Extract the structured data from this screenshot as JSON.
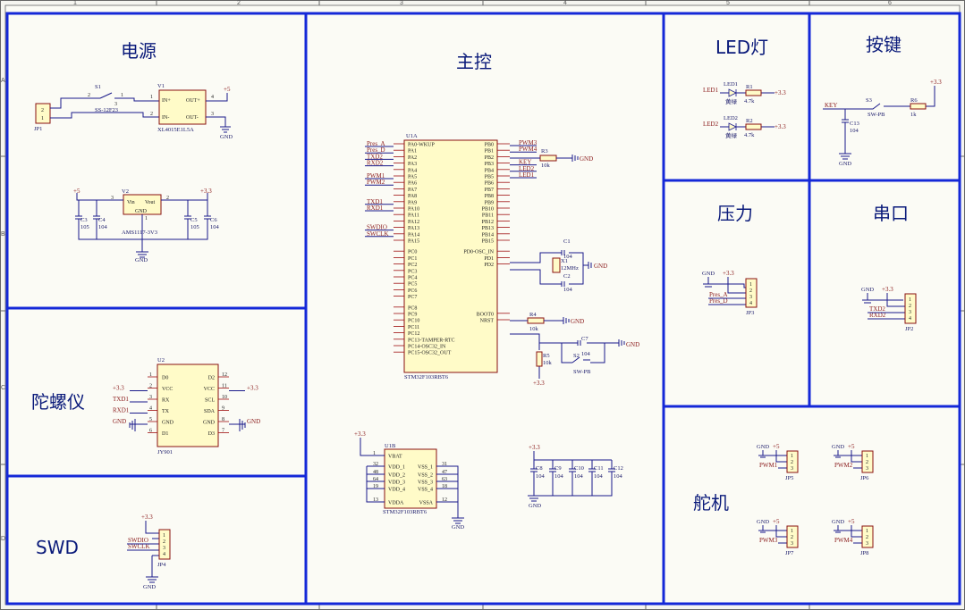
{
  "rulers": {
    "columns": [
      "1",
      "2",
      "3",
      "4",
      "5",
      "6"
    ],
    "rows": [
      "A",
      "B",
      "C",
      "D"
    ]
  },
  "blocks": {
    "power": "电源",
    "mcu": "主控",
    "led": "LED灯",
    "key": "按键",
    "pressure": "压力",
    "serial": "串口",
    "gyro": "陀螺仪",
    "servo": "舵机",
    "swd": "SWD"
  },
  "power": {
    "jp1": "JP1",
    "s1": "S1",
    "s1_part": "SS-12F23",
    "v1": "V1",
    "v1_part": "XL4015E1L5A",
    "v1_pins": [
      "IN+",
      "OUT+",
      "IN-",
      "OUT-"
    ],
    "v1_pin_nums": [
      "1",
      "4",
      "2",
      "3"
    ],
    "plus5": "+5",
    "gnd": "GND",
    "v2": "V2",
    "v2_part": "AMS1117-3V3",
    "v2_pins": [
      "Vin",
      "Vout",
      "GND"
    ],
    "v2_pin_nums": [
      "3",
      "2",
      "1"
    ],
    "plus5b": "+5",
    "plus33": "+3.3",
    "gnd2": "GND",
    "caps": [
      {
        "ref": "C3",
        "val": "105"
      },
      {
        "ref": "C4",
        "val": "104"
      },
      {
        "ref": "C5",
        "val": "105"
      },
      {
        "ref": "C6",
        "val": "104"
      }
    ]
  },
  "mcu": {
    "u1a": "U1A",
    "u1a_part": "STM32F103RBT6",
    "left_pins_a": [
      "PA0-WKUP",
      "PA1",
      "PA2",
      "PA3",
      "PA4",
      "PA5",
      "PA6",
      "PA7"
    ],
    "left_pins_a2": [
      "PA8",
      "PA9",
      "PA10",
      "PA11",
      "PA12",
      "PA13",
      "PA14",
      "PA15"
    ],
    "left_pins_c": [
      "PC0",
      "PC1",
      "PC2",
      "PC3",
      "PC4",
      "PC5",
      "PC6",
      "PC7"
    ],
    "left_pins_c2": [
      "PC8",
      "PC9",
      "PC10",
      "PC11",
      "PC12",
      "PC13-TAMPER-RTC",
      "PC14-OSC32_IN",
      "PC15-OSC32_OUT"
    ],
    "right_pins_b": [
      "PB0",
      "PB1",
      "PB2",
      "PB3",
      "PB4",
      "PB5",
      "PB6",
      "PB7"
    ],
    "right_pins_b2": [
      "PB8",
      "PB9",
      "PB10",
      "PB11",
      "PB12",
      "PB13",
      "PB14",
      "PB15"
    ],
    "right_pins_d": [
      "PD0-OSC_IN",
      "PD1",
      "PD2"
    ],
    "right_pins_e": [
      "BOOT0",
      "NRST"
    ],
    "left_nets": [
      "Pres_A",
      "Pres_D",
      "TXD2",
      "RXD2",
      "",
      "PWM1",
      "PWM2",
      "",
      "",
      "TXD1",
      "RXD1",
      "",
      "",
      "SWDIO",
      "SWCLK",
      ""
    ],
    "right_nets": [
      "PWM3",
      "PWM4",
      "",
      "KEY",
      "LED2",
      "LED1",
      "",
      ""
    ],
    "r3": "R3",
    "r3_val": "10k",
    "r4": "R4",
    "r4_val": "10k",
    "r5": "R5",
    "r5_val": "10k",
    "x1": "X1",
    "x1_val": "12MHz",
    "c1": "C1",
    "c1_val": "104",
    "c2": "C2",
    "c2_val": "104",
    "c7": "C7",
    "c7_val": "104",
    "s2": "S2",
    "s2_part": "SW-PB",
    "gnd": "GND",
    "plus33": "+3.3",
    "u1b": "U1B",
    "u1b_part": "STM32F103RBT6",
    "u1b_left": [
      "VBAT",
      "VDD_1",
      "VDD_2",
      "VDD_3",
      "VDD_4",
      "VDDA"
    ],
    "u1b_left_nums": [
      "1",
      "32",
      "48",
      "64",
      "19",
      "13"
    ],
    "u1b_right": [
      "VSS_1",
      "VSS_2",
      "VSS_3",
      "VSS_4",
      "VSSA"
    ],
    "u1b_right_nums": [
      "31",
      "47",
      "63",
      "18",
      "12"
    ],
    "decoup": [
      {
        "ref": "C8",
        "val": "104"
      },
      {
        "ref": "C9",
        "val": "104"
      },
      {
        "ref": "C10",
        "val": "104"
      },
      {
        "ref": "C11",
        "val": "104"
      },
      {
        "ref": "C12",
        "val": "104"
      }
    ]
  },
  "led": {
    "leds": [
      {
        "net": "LED1",
        "ref": "LED1",
        "color": "黄绿",
        "res": "R1",
        "val": "4.7k"
      },
      {
        "net": "LED2",
        "ref": "LED2",
        "color": "黄绿",
        "res": "R2",
        "val": "4.7k"
      }
    ],
    "plus33": "+3.3"
  },
  "key": {
    "net": "KEY",
    "s3": "S3",
    "s3_part": "SW-PB",
    "r6": "R6",
    "r6_val": "1k",
    "c13": "C13",
    "c13_val": "104",
    "plus33": "+3.3",
    "gnd": "GND"
  },
  "pressure": {
    "gnd": "GND",
    "plus33": "+3.3",
    "nets": [
      "Pres_A",
      "Pres_D"
    ],
    "pins": [
      "1",
      "2",
      "3",
      "4"
    ],
    "ref": "JP3"
  },
  "serial": {
    "gnd": "GND",
    "plus33": "+3.3",
    "nets": [
      "TXD2",
      "RXD2"
    ],
    "pins": [
      "1",
      "2",
      "3",
      "4"
    ],
    "ref": "JP2"
  },
  "gyro": {
    "u2": "U2",
    "part": "JY901",
    "left_pins": [
      "D0",
      "VCC",
      "RX",
      "TX",
      "GND",
      "D1"
    ],
    "left_nums": [
      "1",
      "2",
      "3",
      "4",
      "5",
      "6"
    ],
    "right_pins": [
      "D2",
      "VCC",
      "SCL",
      "SDA",
      "GND",
      "D3"
    ],
    "right_nums": [
      "12",
      "11",
      "10",
      "9",
      "8",
      "7"
    ],
    "left_nets": [
      "",
      "+3.3",
      "TXD1",
      "RXD1",
      "GND",
      ""
    ],
    "right_nets": [
      "",
      "+3.3",
      "",
      "",
      "GND",
      ""
    ]
  },
  "servo": {
    "connectors": [
      {
        "net": "PWM1",
        "ref": "JP5"
      },
      {
        "net": "PWM2",
        "ref": "JP6"
      },
      {
        "net": "PWM3",
        "ref": "JP7"
      },
      {
        "net": "PWM4",
        "ref": "JP8"
      }
    ],
    "gnd": "GND",
    "plus5": "+5",
    "pins": [
      "1",
      "2",
      "3"
    ]
  },
  "swd": {
    "plus33": "+3.3",
    "nets": [
      "SWDIO",
      "SWCLK"
    ],
    "pins": [
      "1",
      "2",
      "3",
      "4"
    ],
    "ref": "JP4",
    "gnd": "GND"
  }
}
